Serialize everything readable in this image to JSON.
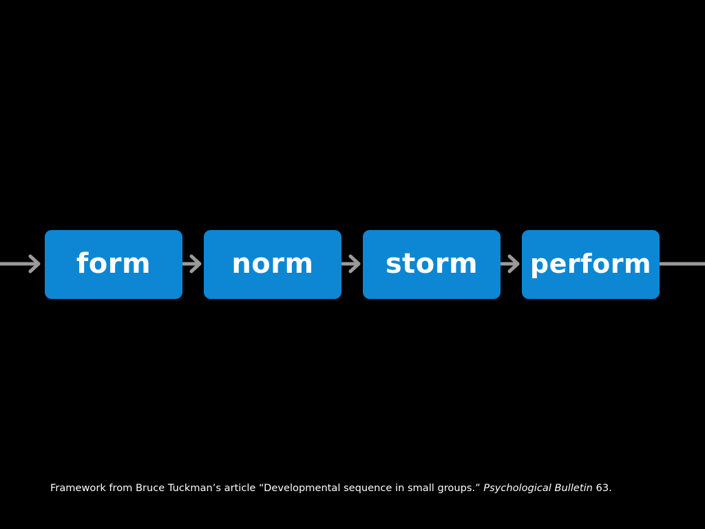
{
  "colors": {
    "background": "#000000",
    "box_fill": "#0d87d3",
    "box_text": "#ffffff",
    "arrow": "#9a9a9a",
    "footer_text": "#ffffff"
  },
  "stages": [
    {
      "label": "form"
    },
    {
      "label": "norm"
    },
    {
      "label": "storm"
    },
    {
      "label": "perform"
    }
  ],
  "footer": {
    "lead": "Framework from Bruce Tuckman’s article “Developmental sequence in small groups.”",
    "journal": "Psychological Bulletin",
    "volume": "63."
  }
}
